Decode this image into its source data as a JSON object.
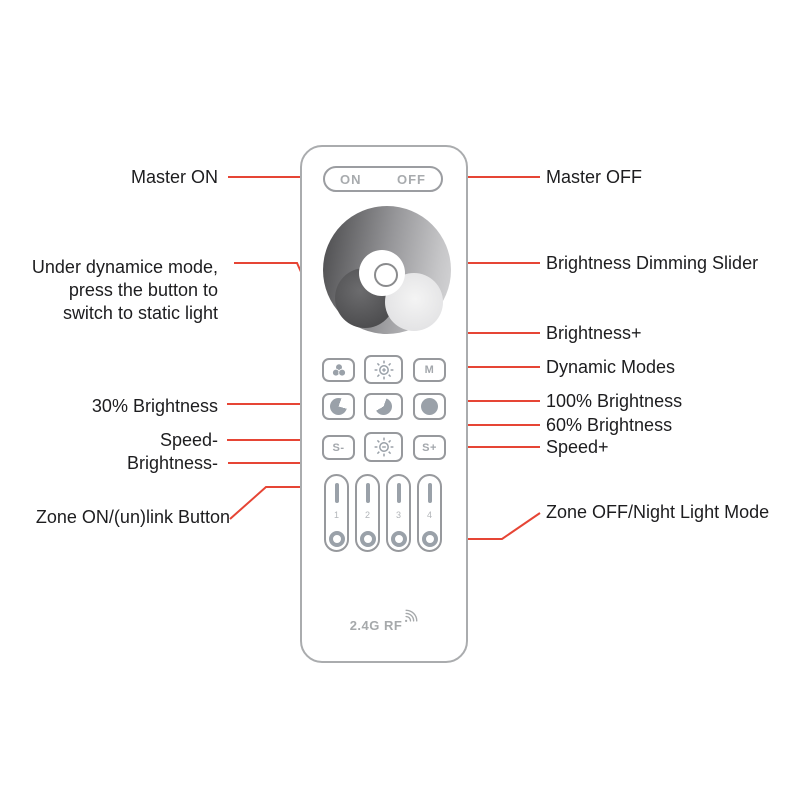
{
  "colors": {
    "callout_line": "#e64535",
    "button_outline": "#97999d",
    "icon_gray": "#9aa1a9",
    "label_text": "#1d1d1f"
  },
  "callouts": {
    "left": {
      "master_on": "Master ON",
      "dynamic_note_line1": "Under dynamice mode,",
      "dynamic_note_line2": "press the button to",
      "dynamic_note_line3": "switch to static light",
      "brightness_30": "30% Brightness",
      "speed_minus": "Speed-",
      "brightness_minus": "Brightness-",
      "zone_on": "Zone ON/(un)link Button"
    },
    "right": {
      "master_off": "Master OFF",
      "dimming_slider": "Brightness Dimming Slider",
      "brightness_plus": "Brightness+",
      "dynamic_modes": "Dynamic Modes",
      "brightness_100": "100% Brightness",
      "brightness_60": "60% Brightness",
      "speed_plus": "Speed+",
      "zone_off": "Zone OFF/Night Light Mode"
    }
  },
  "remote": {
    "power_on": "ON",
    "power_off": "OFF",
    "mode_button": "M",
    "speed_minus": "S-",
    "speed_plus": "S+",
    "zones": [
      "1",
      "2",
      "3",
      "4"
    ],
    "rf_label": "2.4G RF"
  },
  "icons": {
    "color_mode": "three-overlapping-circles",
    "brightness_plus": "sun-plus",
    "brightness_minus": "sun-minus",
    "brightness_30": "pie-30-filled",
    "brightness_60": "pie-60-filled",
    "brightness_100": "circle-filled",
    "zone_link": "vertical-bar",
    "zone_off": "ring",
    "rf": "wifi-signal"
  }
}
